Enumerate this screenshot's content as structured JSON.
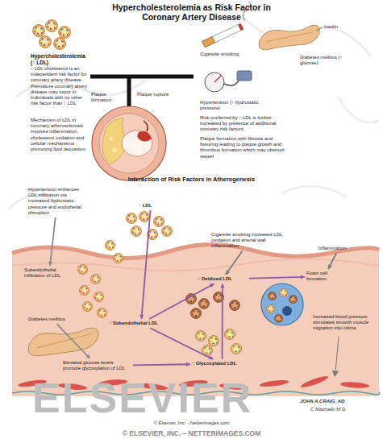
{
  "diagram": {
    "title": "Hypercholesterolemia as Risk Factor in Coronary Artery Disease",
    "nodes": [
      {
        "text": [
          "Hypertension enhances LDL infiltration via increased hydrostatic pressure and endothelial disruption"
        ]
      },
      {
        "text": [
          "↑ LDL"
        ]
      },
      {
        "text": [
          "Cigarette smoking increases LDL oxidation and arterial wall inflammation"
        ]
      },
      {
        "text": [
          "Inflammation"
        ]
      },
      {
        "text": [
          "Subendothelial infiltration of LDL"
        ]
      },
      {
        "text": [
          "↑ Oxidized LDL"
        ]
      },
      {
        "text": [
          "Foam cell formation"
        ]
      },
      {
        "text": [
          "Diabetes mellitus"
        ]
      },
      {
        "text": [
          "↑ Subendothelial LDL"
        ]
      },
      {
        "text": [
          "Elevated glucose levels promote glycosylation of LDL"
        ]
      },
      {
        "text": [
          "↑ Glycosylated LDL"
        ]
      },
      {
        "text": [
          "Increased blood pressure stimulates smooth muscle migration into intima"
        ]
      }
    ],
    "edges": [
      {
        "from": 0,
        "to": 4,
        "arrow": "to"
      },
      {
        "from": 1,
        "to": 8,
        "arrow": "to"
      },
      {
        "from": 2,
        "to": 5,
        "arrow": "to"
      },
      {
        "from": 3,
        "to": 6,
        "arrow": "to"
      },
      {
        "from": 8,
        "to": 5,
        "arrow": "to"
      },
      {
        "from": 8,
        "to": 10,
        "arrow": "to"
      },
      {
        "from": 10,
        "to": 5,
        "arrow": "to"
      },
      {
        "from": 5,
        "to": 6,
        "arrow": "to"
      },
      {
        "from": 7,
        "to": 9,
        "arrow": "to"
      },
      {
        "from": 9,
        "to": 10,
        "arrow": "to"
      }
    ],
    "labels": [
      "Hypercholesterolemia (↑ LDL)",
      "↑ LDL cholesterol is an independent risk factor for coronary artery disease. Premature coronary artery disease may occur in individuals with no other risk factor than ↑ LDL",
      "Mechanism of LDL in coronary atherosclerosis involves inflammation, cholesterol oxidation and cellular mechanisms promoting lipid deposition",
      "Plaque formation",
      "Plaque rupture",
      "Cigarette smoking",
      "Insulin",
      "Diabetes mellitus (↑ glucose)",
      "Hypertension (↑ hydrostatic pressure)",
      "Risk conferred by ↑ LDL is further increased by presence of additional coronary risk factors",
      "Plaque formation with fibrosis and fissuring leading to plaque growth and thrombus formation which may obstruct vessel",
      "Interaction of Risk Factors in Atherogenesis",
      "JOHN A.CRAIG_AD",
      "C.Machado M.D.",
      "ELSEVIER",
      "© Elsevier, Inc. - Netterimages.com",
      "© ELSEVIER, INC. – NETTERIMAGES.COM"
    ]
  }
}
